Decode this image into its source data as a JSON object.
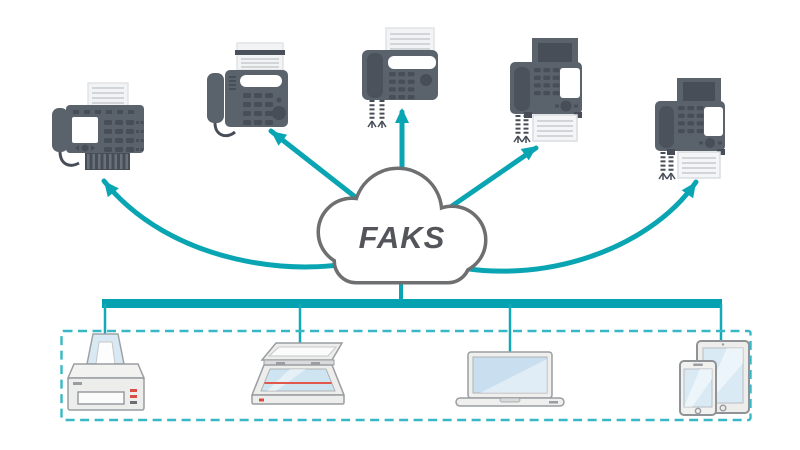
{
  "cloud": {
    "label": "FAKS"
  },
  "palette": {
    "connector_teal": "#0AA5B3",
    "bus_bar_teal": "#04A2B0",
    "dashed_border_teal": "#38B8C6",
    "fax_body_gray": "#5A626C",
    "fax_dark_gray": "#474E58",
    "cloud_outline_gray": "#6E6F71",
    "cloud_label_gray": "#54555A",
    "device_outline_gray": "#9A9DA1",
    "screen_blue": "#CFE4F1",
    "paper_white": "#F2F3F4",
    "indicator_red": "#D94F43",
    "background": "#FFFFFF"
  },
  "top_row": {
    "nodes": [
      {
        "id": "fax-machine-1",
        "type": "fax machine"
      },
      {
        "id": "fax-machine-2",
        "type": "fax machine"
      },
      {
        "id": "fax-machine-3",
        "type": "fax machine"
      },
      {
        "id": "fax-machine-4",
        "type": "fax machine"
      },
      {
        "id": "fax-machine-5",
        "type": "fax machine"
      }
    ]
  },
  "bottom_row": {
    "nodes": [
      {
        "id": "printer",
        "type": "printer"
      },
      {
        "id": "scanner",
        "type": "flatbed scanner"
      },
      {
        "id": "laptop",
        "type": "laptop computer"
      },
      {
        "id": "tablet-phone",
        "type": "tablet and smartphone"
      }
    ]
  },
  "connections": {
    "cloud_to_fax_arrows": 5,
    "cloud_connected_to_bus_bar": true,
    "bus_drops": [
      "printer",
      "scanner",
      "laptop",
      "tablet-phone"
    ]
  }
}
